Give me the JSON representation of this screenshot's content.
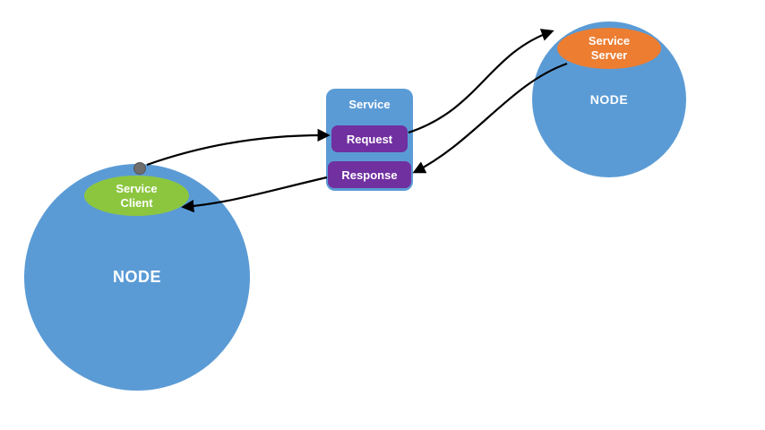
{
  "colors": {
    "background": "#ffffff",
    "node-fill": "#5b9bd5",
    "client-fill": "#8cc63f",
    "server-fill": "#ed7d31",
    "request-fill": "#7030a0",
    "response-fill": "#7030a0",
    "dot-fill": "#6e6e6e",
    "arrow": "#000000",
    "label-text": "#ffffff"
  },
  "left_node": {
    "label": "NODE",
    "client_badge": {
      "line1": "Service",
      "line2": "Client"
    }
  },
  "right_node": {
    "label": "NODE",
    "server_badge": {
      "line1": "Service",
      "line2": "Server"
    }
  },
  "service_panel": {
    "title": "Service",
    "request": "Request",
    "response": "Response"
  },
  "flow": [
    {
      "from": "service-client",
      "to": "request"
    },
    {
      "from": "request",
      "to": "service-server"
    },
    {
      "from": "service-server",
      "to": "response"
    },
    {
      "from": "response",
      "to": "service-client"
    }
  ]
}
